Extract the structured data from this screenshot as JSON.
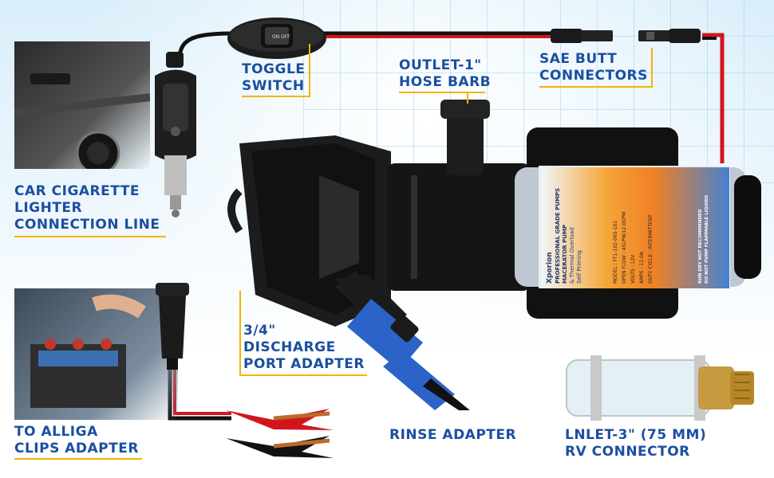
{
  "labels": {
    "toggle_switch": "TOGGLE\nSWITCH",
    "outlet": "OUTLET-1\"\nHOSE BARB",
    "sae": "SAE BUTT\nCONNECTORS",
    "car_lighter": "CAR CIGARETTE\nLIGHTER\nCONNECTION LINE",
    "discharge": "3/4\"\nDISCHARGE\nPORT ADAPTER",
    "alligator": "TO ALLIGA\nCLIPS ADAPTER",
    "rinse": "RINSE ADAPTER",
    "inlet": "LNLET-3\" (75 MM)\nRV CONNECTOR"
  },
  "switch_text": {
    "on": "ON",
    "off": "OFF"
  },
  "pump_label": {
    "brand": "Xporion",
    "title_line1": "PROFESSIONAL GRADE PUMPS",
    "title_line2": "MACERATOR PUMP",
    "feature1": "& Thermal Overload",
    "feature2": "Self Priming",
    "rows": [
      {
        "key": "MODEL :",
        "value": "FT1-102-065-101"
      },
      {
        "key": "OPEN FLOW :",
        "value": "45LPM/12.0GPM"
      },
      {
        "key": "VOLTS :",
        "value": "12V"
      },
      {
        "key": "AMPS :",
        "value": "12.0A"
      },
      {
        "key": "DUTY CYCLE :",
        "value": "INTERMITTENT"
      }
    ],
    "warning1": "RUN DRY NOT RECOMMENDED",
    "warning2": "DO NOT PUMP FLAMMABLE LIQUIDS"
  },
  "colors": {
    "label_blue": "#1b4fa0",
    "accent_yellow": "#f1b400",
    "cable_red": "#d3151b",
    "adapter_blue": "#2b63c9"
  }
}
